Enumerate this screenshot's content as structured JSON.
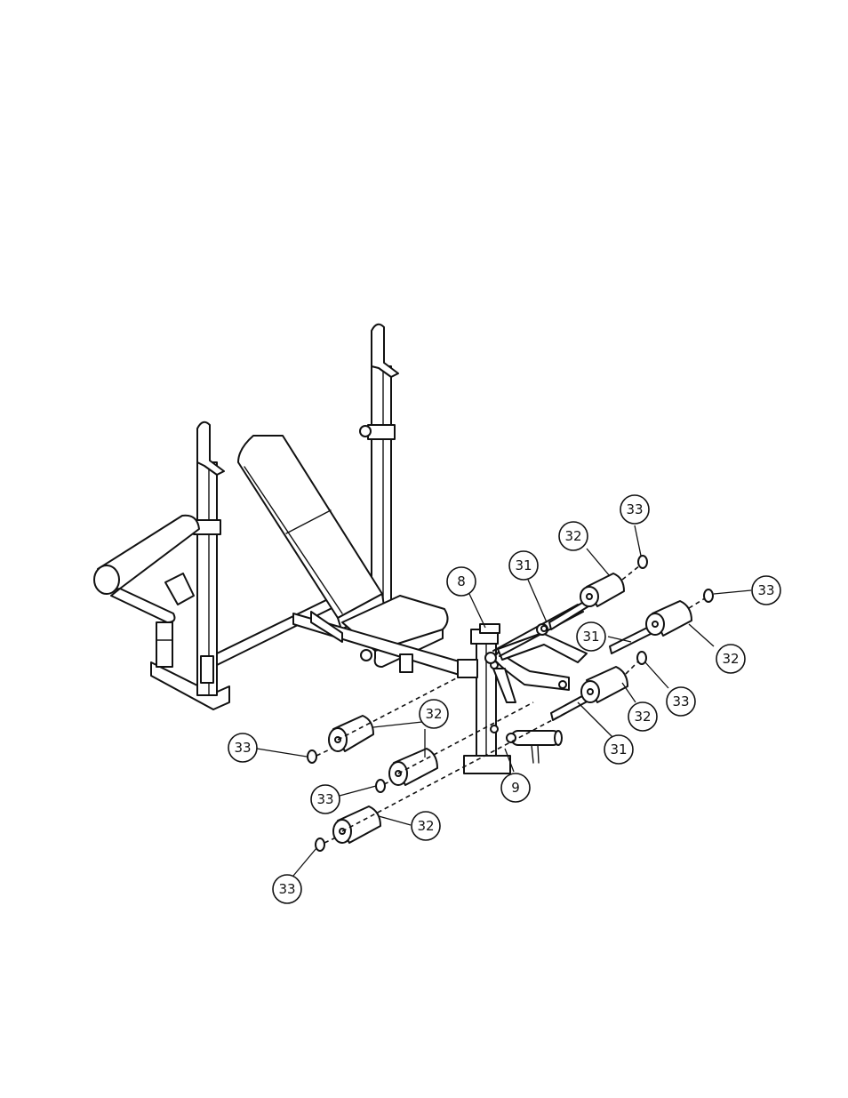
{
  "callouts": [
    {
      "id": "c8",
      "label": "8"
    },
    {
      "id": "c9",
      "label": "9"
    },
    {
      "id": "c31a",
      "label": "31"
    },
    {
      "id": "c31b",
      "label": "31"
    },
    {
      "id": "c31c",
      "label": "31"
    },
    {
      "id": "c32a",
      "label": "32"
    },
    {
      "id": "c32b",
      "label": "32"
    },
    {
      "id": "c32c",
      "label": "32"
    },
    {
      "id": "c32d",
      "label": "32"
    },
    {
      "id": "c32e",
      "label": "32"
    },
    {
      "id": "c33a",
      "label": "33"
    },
    {
      "id": "c33b",
      "label": "33"
    },
    {
      "id": "c33c",
      "label": "33"
    },
    {
      "id": "c33d",
      "label": "33"
    },
    {
      "id": "c33e",
      "label": "33"
    },
    {
      "id": "c33f",
      "label": "33"
    }
  ]
}
